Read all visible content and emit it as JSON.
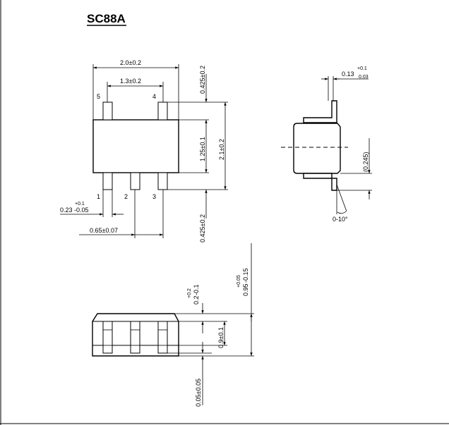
{
  "title": "SC88A",
  "top_view": {
    "pins": [
      "5",
      "4",
      "1",
      "2",
      "3"
    ],
    "dim_width": "2.0±0.2",
    "dim_pin_span": "1.3±0.2",
    "dim_pitch": "0.65±0.07",
    "dim_pin_width_base": "0.23",
    "dim_pin_width_plus": "+0.1",
    "dim_pin_width_minus": "-0.05",
    "dim_lead_top": "0.425±0.2",
    "dim_body": "1.25±0.1",
    "dim_total": "2.1±0.2",
    "dim_lead_bottom": "0.425±0.2"
  },
  "side_view": {
    "dim_thick_base": "0.13",
    "dim_thick_plus": "+0.1",
    "dim_thick_minus": "0.03",
    "dim_lead_ht": "(0.245)",
    "dim_angle": "0-10°"
  },
  "front_view": {
    "dim_standoff": "0.2",
    "dim_standoff_plus": "+0.2",
    "dim_standoff_minus": "-0.1",
    "dim_body_ht": "0.9±0.1",
    "dim_total_ht": "0.95",
    "dim_total_ht_plus": "+0.05",
    "dim_total_ht_minus": "-0.15",
    "dim_base": "0.05±0.05"
  }
}
